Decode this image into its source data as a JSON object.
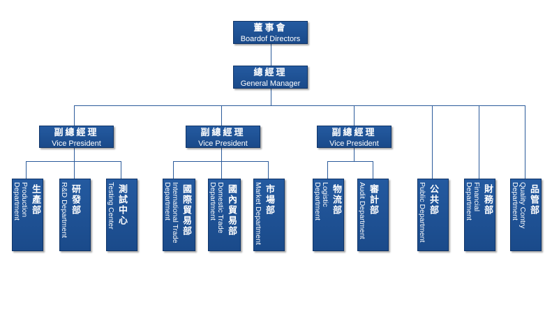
{
  "nodes": {
    "board": {
      "zh": "董事會",
      "en": "Boardof Directors"
    },
    "gm": {
      "zh": "總經理",
      "en": "General Manager"
    },
    "vp1": {
      "zh": "副總經理",
      "en": "Vice President"
    },
    "vp2": {
      "zh": "副總經理",
      "en": "Vice President"
    },
    "vp3": {
      "zh": "副總經理",
      "en": "Vice President"
    },
    "prod": {
      "zh": "生產部",
      "en": "Production\nDepartment"
    },
    "rd": {
      "zh": "研發部",
      "en": "R&D Department"
    },
    "test": {
      "zh": "測試中心",
      "en": "Testing Center"
    },
    "intl": {
      "zh": "國際貿易部",
      "en": "International Trade\nDepartment"
    },
    "dom": {
      "zh": "國內貿易部",
      "en": "Domestic Trade\nDepartment"
    },
    "market": {
      "zh": "市場部",
      "en": "Market Department"
    },
    "logi": {
      "zh": "物流部",
      "en": "Logistic\nDepartment"
    },
    "audit": {
      "zh": "審計部",
      "en": "Audit Department"
    },
    "public": {
      "zh": "公共部",
      "en": "Public Department"
    },
    "fin": {
      "zh": "財務部",
      "en": "Financial\nDepartment"
    },
    "qc": {
      "zh": "品管部",
      "en": "Quality Contry\nDepartment"
    }
  },
  "colors": {
    "box": "#1f4f91",
    "line": "#2a5a9a"
  }
}
